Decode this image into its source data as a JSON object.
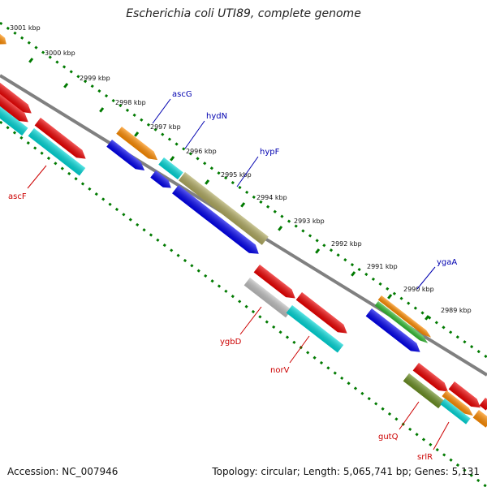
{
  "title": "Escherichia coli UTI89, complete genome",
  "accession": "Accession: NC_007946",
  "summary": "Topology: circular; Length: 5,065,741 bp; Genes: 5,131",
  "ticks": [
    "3001 kbp",
    "3000 kbp",
    "2999 kbp",
    "2998 kbp",
    "2997 kbp",
    "2996 kbp",
    "2995 kbp",
    "2994 kbp",
    "2993 kbp",
    "2992 kbp",
    "2991 kbp",
    "2990 kbp",
    "2989 kbp"
  ],
  "genes_forward": [
    "ascG",
    "hydN",
    "hypF",
    "ygaA"
  ],
  "genes_reverse": [
    "ascF",
    "ygbD",
    "norV",
    "gutQ",
    "srlR"
  ],
  "colors": {
    "forward_label": "#0000b0",
    "reverse_label": "#cc0000",
    "tick": "#007a00",
    "backbone": "#808080",
    "red": "#ee0000",
    "orange": "#ff8c00",
    "blue": "#0000ee",
    "cyan": "#00d8d8",
    "olive": "#b0aa60",
    "green": "#33bb33",
    "dark_olive": "#6b8e23",
    "gray": "#c0c0c0"
  }
}
